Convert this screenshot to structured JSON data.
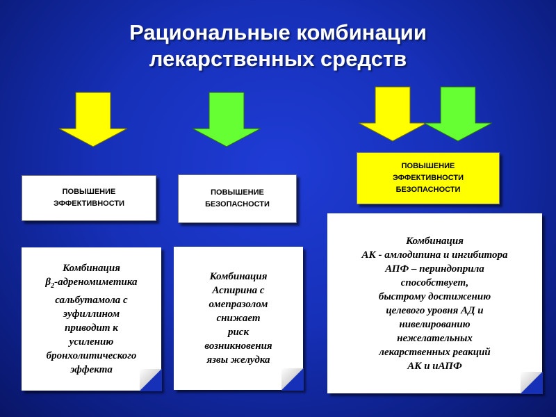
{
  "title": {
    "line1": "Рациональные комбинации",
    "line2": "лекарственных средств"
  },
  "colors": {
    "background": "#1630b8",
    "arrow_yellow": "#ffff00",
    "arrow_green": "#66ff33",
    "box_white": "#ffffff",
    "box_yellow": "#ffff00"
  },
  "boxes": {
    "efficacy": {
      "line1": "ПОВЫШЕНИЕ",
      "line2": "ЭФФЕКТИВНОСТИ"
    },
    "safety": {
      "line1": "ПОВЫШЕНИЕ",
      "line2": "БЕЗОПАСНОСТИ"
    },
    "both": {
      "line1": "ПОВЫШЕНИЕ",
      "line2": "ЭФФЕКТИВНОСТИ",
      "line3": "БЕЗОПАСНОСТИ"
    }
  },
  "notes": {
    "salbutamol": {
      "line1": "Комбинация",
      "line2_pre": "β",
      "line2_sub": "2",
      "line2_post": "-адреномиметика",
      "line3": "сальбутамола с",
      "line4": "эуфиллином",
      "line5": "приводит к",
      "line6": "усилению",
      "line7": "бронхолитического",
      "line8": "эффекта"
    },
    "aspirin": {
      "line1": "Комбинация",
      "line2": "Аспирина с",
      "line3": "омепразолом",
      "line4": "снижает",
      "line5": "риск",
      "line6": "возникновения",
      "line7": "язвы желудка"
    },
    "amlodipine": {
      "line1": "Комбинация",
      "line2": "АК - амлодипина и ингибитора",
      "line3": "АПФ – периндоприла",
      "line4": "способствует,",
      "line5": "быстрому достижению",
      "line6": "целевого уровня АД и",
      "line7": "нивелированию",
      "line8": "нежелательных",
      "line9": "лекарственных реакций",
      "line10": "АК и иАПФ"
    }
  }
}
